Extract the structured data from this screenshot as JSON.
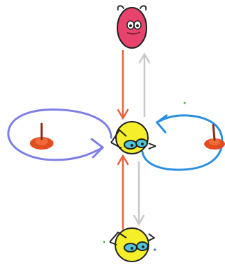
{
  "diagram": {
    "characters": [
      {
        "id": "top",
        "kind": "pink-face",
        "facing": "down"
      },
      {
        "id": "center",
        "kind": "yellow-face-goggles",
        "facing": "down"
      },
      {
        "id": "bottom",
        "kind": "yellow-face-goggles",
        "facing": "down"
      }
    ],
    "connectors": [
      {
        "from": "top",
        "to": "center",
        "color": "#e8623d",
        "style": "arrow-down"
      },
      {
        "from": "center",
        "to": "top",
        "color": "#c8c8c8",
        "style": "arrow-up"
      },
      {
        "from": "bottom",
        "to": "center",
        "color": "#e8623d",
        "style": "arrow-up"
      },
      {
        "from": "center",
        "to": "bottom",
        "color": "#c8c8c8",
        "style": "arrow-down"
      },
      {
        "from": "left-marker",
        "to": "center",
        "color": "#7e7ee6",
        "style": "loop-arrow"
      },
      {
        "from": "right-marker",
        "to": "center",
        "color": "#2b8fe0",
        "style": "loop-arrow"
      }
    ],
    "markers": [
      {
        "id": "left-marker",
        "color": "#e34c1f"
      },
      {
        "id": "right-marker",
        "color": "#e34c1f"
      }
    ],
    "colors": {
      "pink_face": "#e8436d",
      "yellow_face": "#f4ef2a",
      "goggle": "#52c4d8",
      "red_arrow": "#e8623d",
      "gray_arrow": "#c8c8c8",
      "purple_loop": "#7e7ee6",
      "blue_loop": "#2b8fe0",
      "marker": "#e34c1f"
    }
  }
}
